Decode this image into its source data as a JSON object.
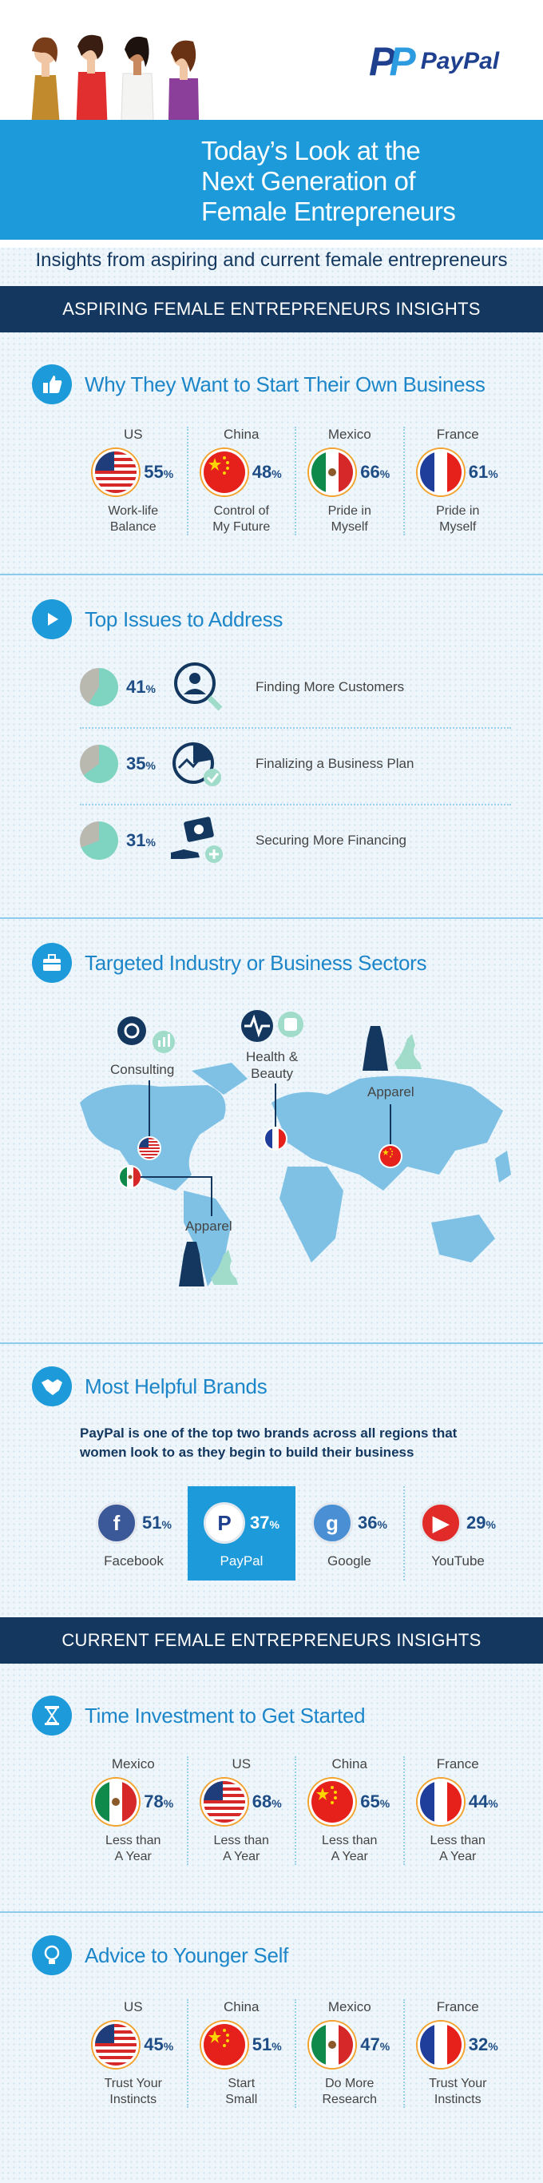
{
  "header": {
    "brand": "PayPal",
    "title_lines": [
      "Today’s Look at the",
      "Next Generation of",
      "Female Entrepreneurs"
    ],
    "subtitle": "Insights from aspiring and current female entrepreneurs"
  },
  "banners": {
    "aspiring": "ASPIRING FEMALE ENTREPRENEURS INSIGHTS",
    "current": "CURRENT FEMALE ENTREPRENEURS INSIGHTS"
  },
  "why": {
    "title": "Why They Want to Start Their Own Business",
    "items": [
      {
        "country": "US",
        "pct": "55",
        "label1": "Work-life",
        "label2": "Balance"
      },
      {
        "country": "China",
        "pct": "48",
        "label1": "Control of",
        "label2": "My Future"
      },
      {
        "country": "Mexico",
        "pct": "66",
        "label1": "Pride in",
        "label2": "Myself"
      },
      {
        "country": "France",
        "pct": "61",
        "label1": "Pride in",
        "label2": "Myself"
      }
    ]
  },
  "issues": {
    "title": "Top Issues to Address",
    "items": [
      {
        "pct": "41",
        "value": 41,
        "label": "Finding More Customers",
        "icon": "customer-search-icon"
      },
      {
        "pct": "35",
        "value": 35,
        "label": "Finalizing a Business Plan",
        "icon": "business-plan-icon"
      },
      {
        "pct": "31",
        "value": 31,
        "label": "Securing More Financing",
        "icon": "financing-icon"
      }
    ]
  },
  "sectors": {
    "title": "Targeted Industry or Business Sectors",
    "consulting": "Consulting",
    "health_1": "Health &",
    "health_2": "Beauty",
    "apparel_china": "Apparel",
    "apparel_mexico": "Apparel"
  },
  "brands": {
    "title": "Most Helpful Brands",
    "note": "PayPal is one of the top two brands across all regions that women look to as they begin to build their business",
    "items": [
      {
        "name": "Facebook",
        "pct": "51",
        "color": "#3b5998",
        "glyph": "f"
      },
      {
        "name": "PayPal",
        "pct": "37",
        "color": "#1f3f8f",
        "glyph": "P"
      },
      {
        "name": "Google",
        "pct": "36",
        "color": "#4a8fd3",
        "glyph": "g"
      },
      {
        "name": "YouTube",
        "pct": "29",
        "color": "#e12b28",
        "glyph": "▶"
      }
    ]
  },
  "time": {
    "title": "Time Investment to Get Started",
    "items": [
      {
        "country": "Mexico",
        "pct": "78",
        "label1": "Less than",
        "label2": "A Year"
      },
      {
        "country": "US",
        "pct": "68",
        "label1": "Less than",
        "label2": "A Year"
      },
      {
        "country": "China",
        "pct": "65",
        "label1": "Less than",
        "label2": "A Year"
      },
      {
        "country": "France",
        "pct": "44",
        "label1": "Less than",
        "label2": "A Year"
      }
    ]
  },
  "advice": {
    "title": "Advice to Younger Self",
    "items": [
      {
        "country": "US",
        "pct": "45",
        "label1": "Trust Your",
        "label2": "Instincts"
      },
      {
        "country": "China",
        "pct": "51",
        "label1": "Start",
        "label2": "Small"
      },
      {
        "country": "Mexico",
        "pct": "47",
        "label1": "Do More",
        "label2": "Research"
      },
      {
        "country": "France",
        "pct": "32",
        "label1": "Trust Your",
        "label2": "Instincts"
      }
    ]
  },
  "colors": {
    "brand_blue": "#1d9ad9",
    "navy": "#13375f",
    "pie_fill": "#7fd4c1",
    "pie_base": "#b9b9b0",
    "flag_ring": "#f3a22d"
  }
}
